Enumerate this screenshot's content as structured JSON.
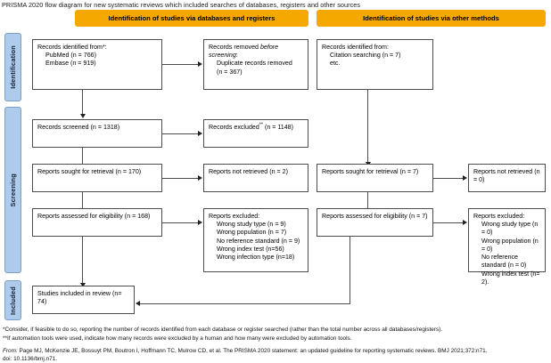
{
  "caption": "PRISMA 2020 flow diagram for new systematic reviews which included searches of databases, registers and other sources",
  "colors": {
    "band": "#f5a800",
    "rail": "#aecbeb",
    "box_border": "#4d4d4d",
    "connector": "#4d4d4d"
  },
  "headers": {
    "left": "Identification of studies via databases and registers",
    "right": "Identification of studies via other methods"
  },
  "rail": {
    "identification": "Identification",
    "screening": "Screening",
    "included": "Included"
  },
  "left_column": {
    "identified": {
      "line1": "Records identified from*:",
      "line2": "PubMed (n = 766)",
      "line3": "Embase (n = 919)"
    },
    "removed": {
      "line1_a": "Records removed ",
      "line1_em": "before",
      "line2_em": "screening",
      "line2_b": ":",
      "line3": "Duplicate records removed",
      "line4": "(n = 367)"
    },
    "screened": {
      "line1": "Records screened",
      "line2": "(n = 1318)"
    },
    "excluded": {
      "line1": "Records excluded",
      "marker": "**",
      "line2": "(n = 1148)"
    },
    "sought": {
      "line1": "Reports sought for retrieval",
      "line2": "(n = 170)"
    },
    "not_retrieved": {
      "line1": "Reports not retrieved",
      "line2": "(n = 2)"
    },
    "assessed": {
      "line1": "Reports assessed for eligibility",
      "line2": "(n = 168)"
    },
    "reports_excluded": {
      "title": "Reports excluded:",
      "items": [
        "Wrong study type (n = 9)",
        "Wrong population (n = 7)",
        "No reference standard (n = 9)",
        "Wrong index test (n=56)",
        "Wrong infection type (n=18)"
      ]
    }
  },
  "right_column": {
    "identified": {
      "line1": "Records identified from:",
      "line2": "Citation searching (n = 7)",
      "line3": "etc."
    },
    "sought": {
      "line1": "Reports sought for retrieval",
      "line2": "(n = 7)"
    },
    "not_retrieved": {
      "line1": "Reports not retrieved",
      "line2": "(n = 0)"
    },
    "assessed": {
      "line1": "Reports assessed for eligibility",
      "line2": "(n = 7)"
    },
    "reports_excluded": {
      "title": "Reports excluded:",
      "items": [
        "Wrong study type (n = 0)",
        "Wrong population (n = 0)",
        "No reference standard (n = 0)",
        "Wrong index test (n= 2)."
      ]
    }
  },
  "included_box": {
    "line1": "Studies included in review",
    "line2": "(n= 74)"
  },
  "footnotes": {
    "one": "*Consider, if feasible to do so, reporting the number of records identified from each database or register searched (rather than the total number across all databases/registers).",
    "two": "**If automation tools were used, indicate how many records were excluded by a human and how many were excluded by automation tools.",
    "source_prefix": "From:",
    "source_body": " Page MJ, McKenzie JE, Bossuyt PM, Boutron I, Hoffmann TC, Mulrow CD, et al. The PRISMA 2020 statement: an updated guideline for reporting systematic reviews. BMJ 2021;372:n71.",
    "source_doi": "doi: 10.1136/bmj.n71."
  }
}
